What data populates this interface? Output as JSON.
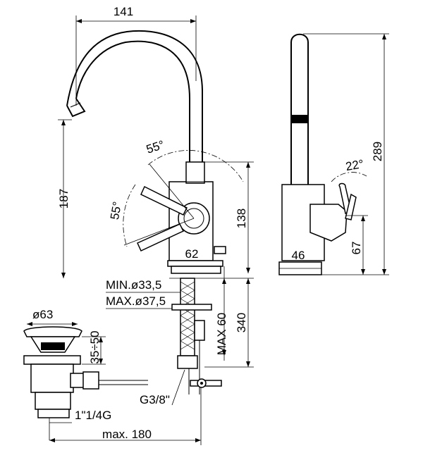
{
  "dimensions": {
    "width_141": "141",
    "height_187": "187",
    "angle_top": "55°",
    "angle_left": "55°",
    "height_138": "138",
    "base_62": "62",
    "min_hole": "MIN.ø33,5",
    "max_hole": "MAX.ø37,5",
    "max_60": "MAX 60",
    "height_340": "340",
    "thread_g38": "G3/8\"",
    "side_height_289": "289",
    "side_angle_22": "22°",
    "side_base_46": "46",
    "side_67": "67",
    "drain_diameter": "ø63",
    "drain_range": "35÷50",
    "drain_thread": "1\"1/4G",
    "max_180": "max. 180"
  }
}
